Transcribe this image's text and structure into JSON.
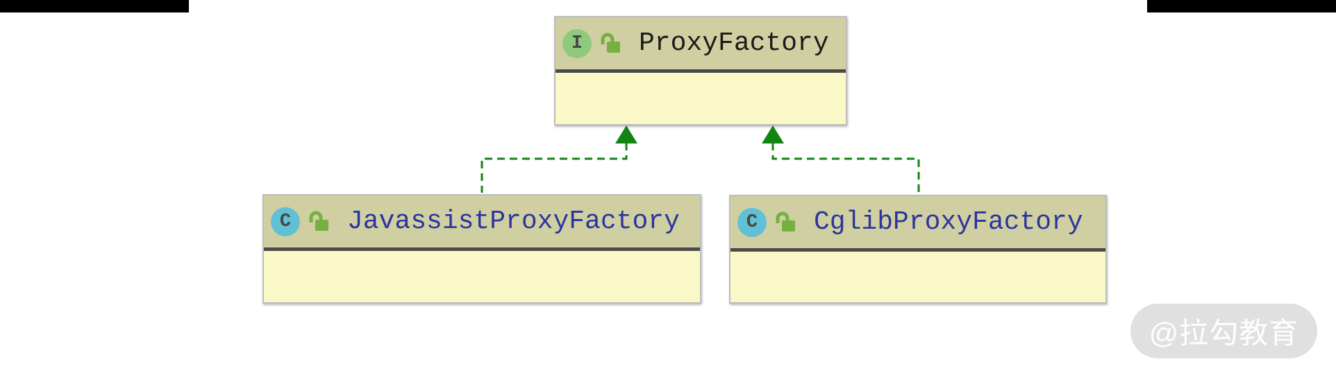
{
  "colors": {
    "node_header_bg": "#D0CFA2",
    "node_body_bg": "#FAF8C6",
    "node_border": "#BDBDBD",
    "separator": "#4A4A4A",
    "interface_badge_bg": "#8FC97E",
    "class_badge_bg": "#5FC0D6",
    "badge_letter_color": "#474747",
    "lock_green": "#76B041",
    "edge_green": "#128412",
    "interface_title_color": "#1A1A1A",
    "class_title_color": "#2B359F",
    "watermark_bg": "#E0E0E0",
    "watermark_text_color": "rgba(255,255,255,0.95)"
  },
  "diagram": {
    "nodes": [
      {
        "id": "proxy-factory",
        "name": "ProxyFactory",
        "kind": "interface",
        "badge_letter": "I",
        "visibility": "public"
      },
      {
        "id": "javassist-proxy-factory",
        "name": "JavassistProxyFactory",
        "kind": "class",
        "badge_letter": "C",
        "visibility": "public"
      },
      {
        "id": "cglib-proxy-factory",
        "name": "CglibProxyFactory",
        "kind": "class",
        "badge_letter": "C",
        "visibility": "public"
      }
    ],
    "edges": [
      {
        "from": "JavassistProxyFactory",
        "to": "ProxyFactory",
        "type": "implements"
      },
      {
        "from": "CglibProxyFactory",
        "to": "ProxyFactory",
        "type": "implements"
      }
    ]
  },
  "watermark": {
    "text": "@拉勾教育"
  }
}
